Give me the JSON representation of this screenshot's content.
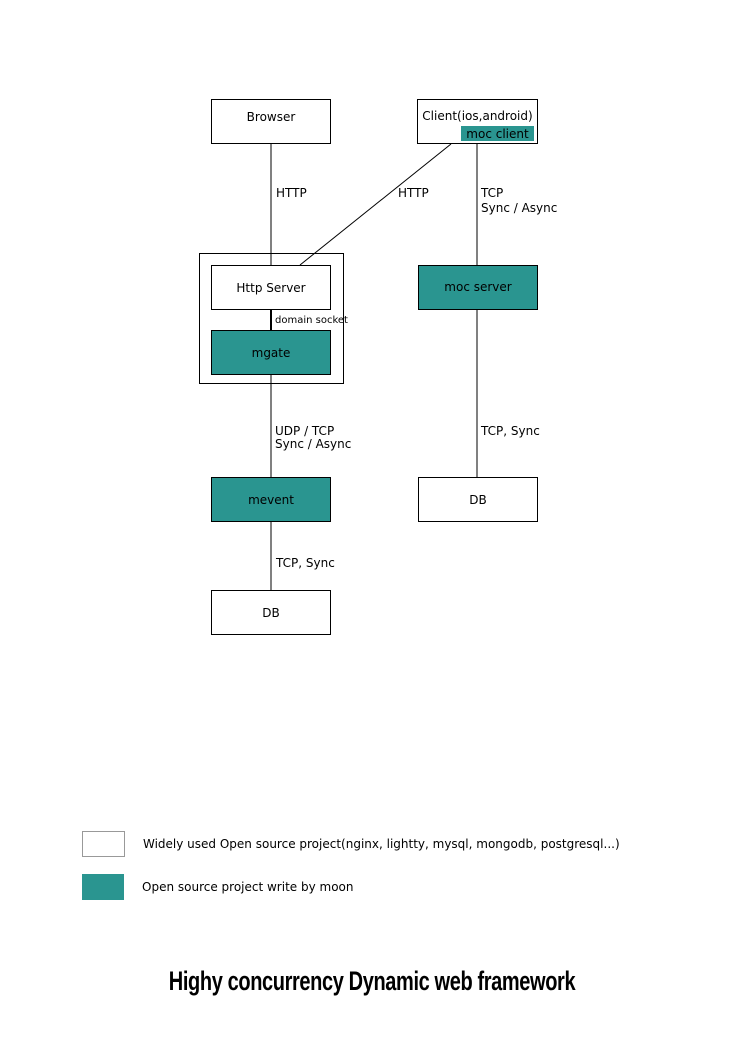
{
  "diagram": {
    "nodes": {
      "browser": "Browser",
      "client": "Client(ios,android)",
      "moc_client": "moc client",
      "http_server": "Http Server",
      "mgate": "mgate",
      "moc_server": "moc server",
      "mevent": "mevent",
      "db_left": "DB",
      "db_right": "DB"
    },
    "edges": {
      "browser_http": "HTTP",
      "client_http": "HTTP",
      "client_tcp_1": "TCP",
      "client_tcp_2": "Sync / Async",
      "domain_socket": "domain socket",
      "mgate_udp_1": "UDP / TCP",
      "mgate_udp_2": "Sync / Async",
      "moc_server_db": "TCP, Sync",
      "mevent_db": "TCP, Sync"
    }
  },
  "legend": {
    "items": [
      {
        "text": "Widely used Open source project(nginx, lightty, mysql, mongodb, postgresql...)",
        "color": "#ffffff"
      },
      {
        "text": "Open source project write by moon",
        "color": "#2a9590"
      }
    ]
  },
  "colors": {
    "accent": "#2a9590",
    "line": "#000000"
  },
  "title": "Highy concurrency Dynamic web framework"
}
